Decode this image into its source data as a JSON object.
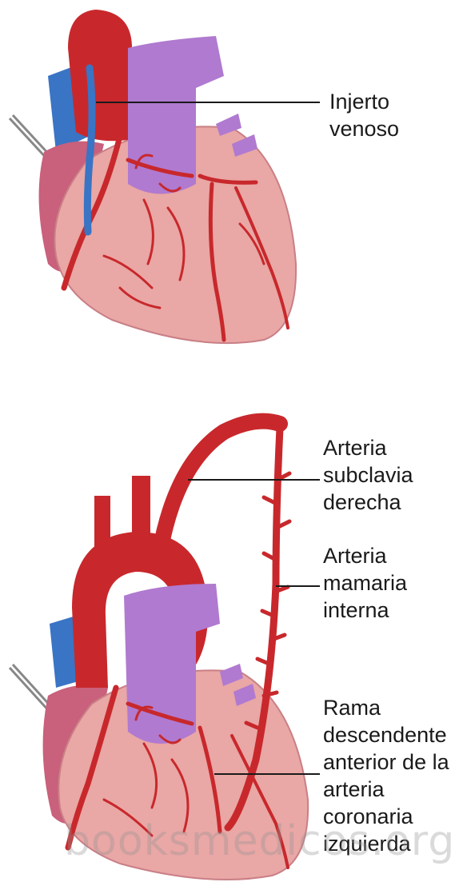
{
  "colors": {
    "artery": "#c8282c",
    "artery_dark": "#8e1418",
    "vein": "#3a74c4",
    "pulmonary": "#b07ad0",
    "heart": "#e9a7a5",
    "heart_dark": "#c97f86",
    "atrium": "#c9607c",
    "line": "#1a1a1a"
  },
  "labels": {
    "vein_graft": [
      "Injerto",
      "venoso"
    ],
    "subclavian": [
      "Arteria",
      "subclavia",
      "derecha"
    ],
    "mammary": [
      "Arteria",
      "mamaria",
      "interna"
    ],
    "lad": [
      "Rama",
      "descendente",
      "anterior de la",
      "arteria",
      "coronaria",
      "izquierda"
    ]
  },
  "watermark": "booksmedicos.org"
}
